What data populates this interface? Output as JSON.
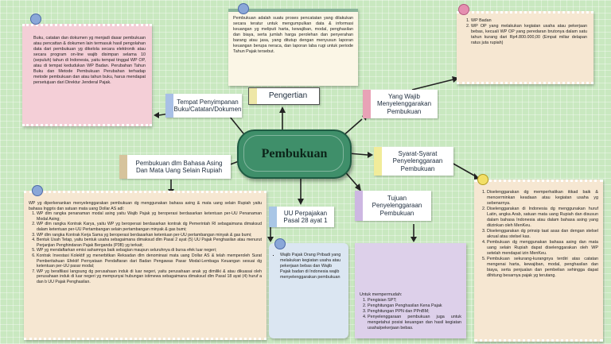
{
  "center": {
    "title": "Pembukuan"
  },
  "topics": {
    "pengertian": "Pengertian",
    "yang_wajib": "Yang Wajib Menyelenggarakan Pembukuan",
    "syarat": "Syarat-Syarat Penyelenggaraan Pembukuan",
    "tujuan": "Tujuan Penyelenggaraan Pembukuan",
    "uu": "UU Perpajakan Pasal 28 ayat 1",
    "bahasa": "Pembukuan dlm Bahasa Asing Dan Mata Uang Selain Rupiah",
    "tempat": "Tempat Penyimpanan Buku/Catatan/Dokumen"
  },
  "notes": {
    "pengertian": "Pembukuan adalah suatu proses pencatatan yang dilakukan secara teratur untuk mengumpulkan data & informasi keuangan yg meliputi harta, kewajiban, modal, penghasilan dan biaya, serta jumlah harga perolehan dan penyerahan barang atau jasa, yang ditutup dengan menyusun laporan keuangan berupa neraca, dan laporan laba rugi untuk periode Tahun Pajak tersebut.",
    "tempat": "Buku, catatan dan dokumen yg menjadi dasar pembukuan atau pencattan & dokumen lain termasuk hasil pengolahan data dari pembukuan yg dikelola secara elektronik atau secara program on-line wajib disimpan selama 10 (sepuluh) tahun di Indonesia, yaitu tempat tinggal WP OP, atau di tempat kedudukan WP Badan. Perubahan Tahun Buku dan Metode Pembukuan Perubahan terhadap metode pembukuan dan atau tahun buku, harus mendapat persetujuan dari Direktur Jenderal Pajak.",
    "wajib_items": [
      "WP Badan",
      "WP OP yang melakukan kegiatan usaha atau pekerjaan bebas, kecuali WP OP yang peredaran brutonya dalam satu tahun kurang dari Rp4.800.000,00 (Empat miliar delapan ratus juta rupiah)"
    ],
    "syarat_items": [
      "Diselenggarakan dg memperhatikan itikad baik & mencerminkan keadaan atau kegiatan usaha yg sebenarnya.",
      "Diselenggarakan di Indonesia dg menggunakan huruf Latin, angka Arab, satuan mata uang Rupiah dan disusun dalam bahasa Indonesia atau dalam bahasa asing yang diizinkan oleh MenKeu.",
      "Diselenggarakan dg prinsip taat asas dan dengan stelsel akrual atau stelsel kas.",
      "Pembukuan dg menggunakan bahasa asing dan mata uang selain Rupiah dapat diselenggarakan oleh WP setelah mendapat izin MenKeu.",
      "Pembukuan sekurang-kurangnya terdiri atas catatan mengenai harta, kewajiban, modal, penghasilan dan biaya, serta penjualan dan pembelian sehingga dapat dihitung besarnya pajak yg terutang."
    ],
    "tujuan_intro": "Untuk mempermudah:",
    "tujuan_items": [
      "Pengisian SPT;",
      "Penghitungan Penghasilan Kena Pajak",
      "Penghitungan PPN dan PPnBM;",
      "Penyelenggaraan pembukuan juga untuk mengetahui posisi keuangan dan hasil kegiatan usaha/pekerjaan bebas."
    ],
    "uu_items": [
      "Wajib Pajak Orang Pribadi yang melakukan kegiatan usaha atau pekerjaan bebas dan Wajib Pajak badan di Indonesia wajib menyelenggarakan pembukuan"
    ],
    "bahasa_intro": "WP yg diperkenankan menyelenggarakan pembukuan dg menggunakan bahasa asing & mata uang selain Rupiah yaitu bahasa Inggris dan satuan mata uang Dollar AS adl:",
    "bahasa_items": [
      "WP dlm rangka penanaman modal asing yaitu Wajib Pajak yg beroperasi berdasarkan ketentuan per-UU Penanaman Modal Asing;",
      "WP dlm rangka Kontrak Karya, yaitu WP yg beroperasi berdasarkan kontrak dg Pemerintah RI sebagaimana dimaksud dalam ketentuan per-UU Pertambangan selain pertambangan minyak & gas bumi;",
      "WP dlm rangka Kontrak Kerja Sama yg beroperasi berdasarkan ketentuan per-UU pertambangan minyak & gas bumi;",
      "Bentuk Usah Tetap, yaitu bentuk usaha sebagaimana dimaksud dlm Pasal 2 ayat (5) UU Pajak Penghasilan atau menurut Perjanjian Penghindaran Pajak Berganda (P3B) yg terkait;",
      "WP yg mendaftarkan emisi sahamnya baik sebagian maupun seluruhnya di bursa efek luar negeri;",
      "Kontrak Investasi Kolektif yg menerbitkan Reksadan dlm denominasi mata uang Dollar AS & telah memperoleh Surat Pemberitahuan Efektif Pernyataan Pendaftaran dari Badan Pengawas Pasar Modal-Lembaga Keuangan sesuai dg ketentuan per-UU pasar modal;",
      "WP yg berafiliasi langsung dg perusahaan induk di luar negeri, yaitu perusahaan anak yg dimiliki & atau dikuasai oleh perusahaan induk di luar negeri yg mempunyai hubungan istimewa sebagaimana dimaksud dlm Pasal 18 ayat (4) huruf a dan b UU Pajak Penghasilan."
    ]
  }
}
